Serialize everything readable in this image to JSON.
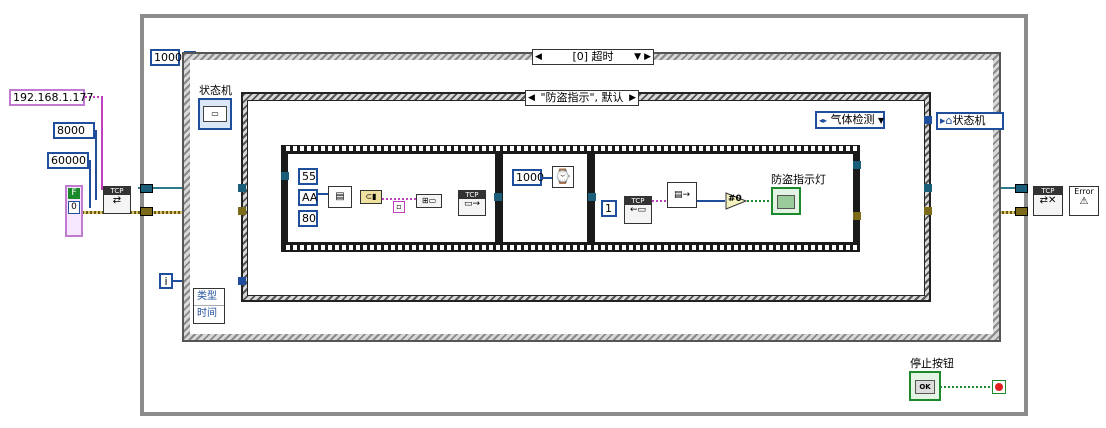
{
  "constants": {
    "ip_address": "192.168.1.177",
    "port": "8000",
    "timeout_ms": "60000",
    "event_timeout": "1000",
    "bool_label": "F",
    "bool_value": "0",
    "byte_55": "55",
    "byte_aa": "AA",
    "byte_80": "80",
    "wait_ms": "1000",
    "read_bytes": "1",
    "iteration": "i",
    "compare_value": "#0"
  },
  "event_structure": {
    "selector": "[0] 超时",
    "event_data": [
      "类型",
      "时间"
    ]
  },
  "case_structure": {
    "selector": "\"防盗指示\", 默认"
  },
  "labels": {
    "state_machine": "状态机",
    "gas_detection": "气体检测",
    "state_machine_out": "状态机",
    "alarm_light": "防盗指示灯",
    "stop_button": "停止按钮",
    "ok": "OK"
  },
  "subvis": {
    "tcp_open": "TCP",
    "tcp_write": "TCP",
    "tcp_read": "TCP",
    "tcp_close": "TCP",
    "error_handler": "Error"
  },
  "colors": {
    "numeric_wire": "#1f4e9c",
    "string_wire": "#c040c0",
    "refnum_wire": "#2a7a8a",
    "error_cluster_wire": "#7a6a1a",
    "boolean_wire": "#1a8a2a",
    "stop_indicator": "#e02020"
  }
}
